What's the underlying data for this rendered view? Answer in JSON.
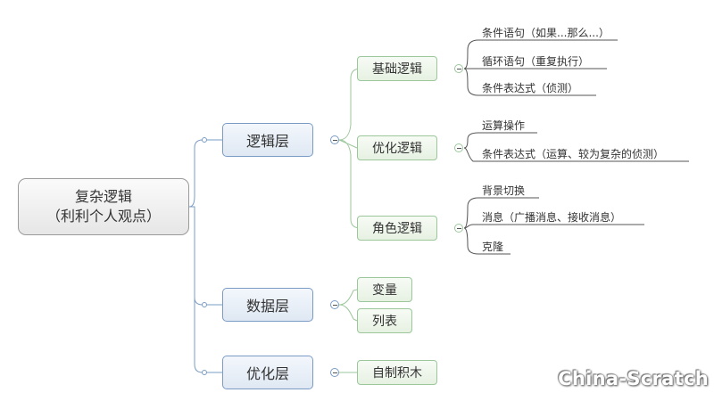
{
  "root": {
    "line1": "复杂逻辑",
    "line2": "（利利个人观点）"
  },
  "layers": [
    {
      "label": "逻辑层",
      "children": [
        {
          "label": "基础逻辑",
          "items": [
            "条件语句（如果...那么...）",
            "循环语句（重复执行）",
            "条件表达式（侦测）"
          ]
        },
        {
          "label": "优化逻辑",
          "items": [
            "运算操作",
            "条件表达式（运算、较为复杂的侦测）"
          ]
        },
        {
          "label": "角色逻辑",
          "items": [
            "背景切换",
            "消息（广播消息、接收消息）",
            "克隆"
          ]
        }
      ]
    },
    {
      "label": "数据层",
      "children": [
        {
          "label": "变量"
        },
        {
          "label": "列表"
        }
      ]
    },
    {
      "label": "优化层",
      "children": [
        {
          "label": "自制积木"
        }
      ]
    }
  ],
  "watermark": "China-Scratch",
  "colors": {
    "blue_border": "#7a9cc4",
    "green_border": "#9bc79b",
    "root_border": "#9a9a9a",
    "line_gray": "#555555"
  }
}
